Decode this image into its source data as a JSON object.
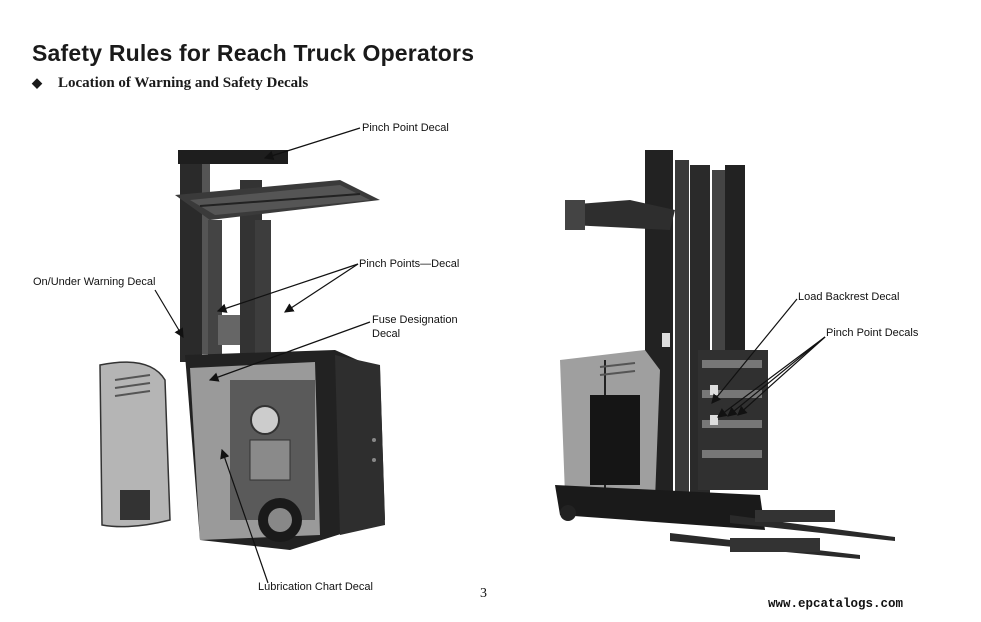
{
  "page": {
    "title": "Safety Rules for Reach Truck Operators",
    "section_bullet": "◆",
    "section_heading": "Location of Warning and Safety Decals",
    "page_number": "3",
    "website": "www.epcatalogs.com"
  },
  "figure_left": {
    "labels": {
      "pinch_point": "Pinch Point Decal",
      "on_under": "On/Under Warning Decal",
      "pinch_points": "Pinch Points—Decal",
      "fuse_line1": "Fuse Designation",
      "fuse_line2": "Decal",
      "lubrication": "Lubrication Chart Decal"
    }
  },
  "figure_right": {
    "labels": {
      "load_backrest": "Load Backrest Decal",
      "pinch_point_decals": "Pinch Point Decals"
    }
  }
}
